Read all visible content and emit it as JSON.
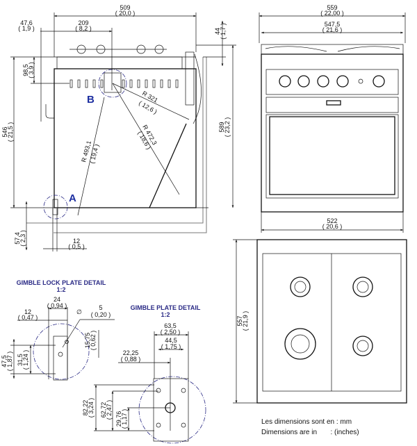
{
  "side_view": {
    "dims": {
      "width_509": "509",
      "width_509_in": "( 20,0 )",
      "d_47_6": "47,6",
      "d_47_6_in": "( 1,9 )",
      "d_209": "209",
      "d_209_in": "( 8,2 )",
      "d_44": "44",
      "d_44_in": "( 1,7 )",
      "d_98_5": "98,5",
      "d_98_5_in": "( 3,9 )",
      "d_546": "546",
      "d_546_in": "( 21,5 )",
      "d_589": "589",
      "d_589_in": "( 23,2 )",
      "r_321": "R  321",
      "r_321_in": "( 12,6 )",
      "r_472": "R  472,3",
      "r_472_in": "( 18,6 )",
      "r_493": "R  493,1",
      "r_493_in": "( 19,4 )",
      "d_57_4": "57,4",
      "d_57_4_in": "( 2,3 )",
      "d_12": "12",
      "d_12_in": "( 0,5 )"
    },
    "label_a": "A",
    "label_b": "B"
  },
  "front_view": {
    "dims": {
      "d_559": "559",
      "d_559_in": "( 22,00 )",
      "d_547_5": "547,5",
      "d_547_5_in": "( 21,6 )",
      "d_522": "522",
      "d_522_in": "( 20,6 )"
    }
  },
  "top_view": {
    "dims": {
      "d_557": "557",
      "d_557_in": "( 21,9 )"
    }
  },
  "lock_plate_detail": {
    "title": "GIMBLE LOCK PLATE DETAIL",
    "scale": "1:2",
    "dims": {
      "d_24": "24",
      "d_24_in": "( 0,94 )",
      "d_12": "12",
      "d_12_in": "( 0,47 )",
      "d_5": "5",
      "d_5_in": "( 0,20 )",
      "diameter": "∅",
      "d_15_75": "15,75",
      "d_15_75_in": "( 0,62 )",
      "d_47_5": "47,5",
      "d_47_5_in": "( 1,87 )",
      "d_31_5": "31,5",
      "d_31_5_in": "( 1,24 )"
    }
  },
  "plate_detail": {
    "title": "GIMBLE PLATE DETAIL",
    "scale": "1:2",
    "dims": {
      "d_63_5": "63,5",
      "d_63_5_in": "( 2,50 )",
      "d_44_5": "44,5",
      "d_44_5_in": "( 1,75 )",
      "d_22_25": "22,25",
      "d_22_25_in": "( 0,88 )",
      "d_82_22": "82,22",
      "d_82_22_in": "( 3,24 )",
      "d_62_72": "62,72",
      "d_62_72_in": "( 2,47 )",
      "d_29_76": "29,76",
      "d_29_76_in": "( 1,17 )"
    }
  },
  "notes": {
    "fr": "Les dimensions sont en : mm",
    "en": "Dimensions are in       : (inches)"
  }
}
